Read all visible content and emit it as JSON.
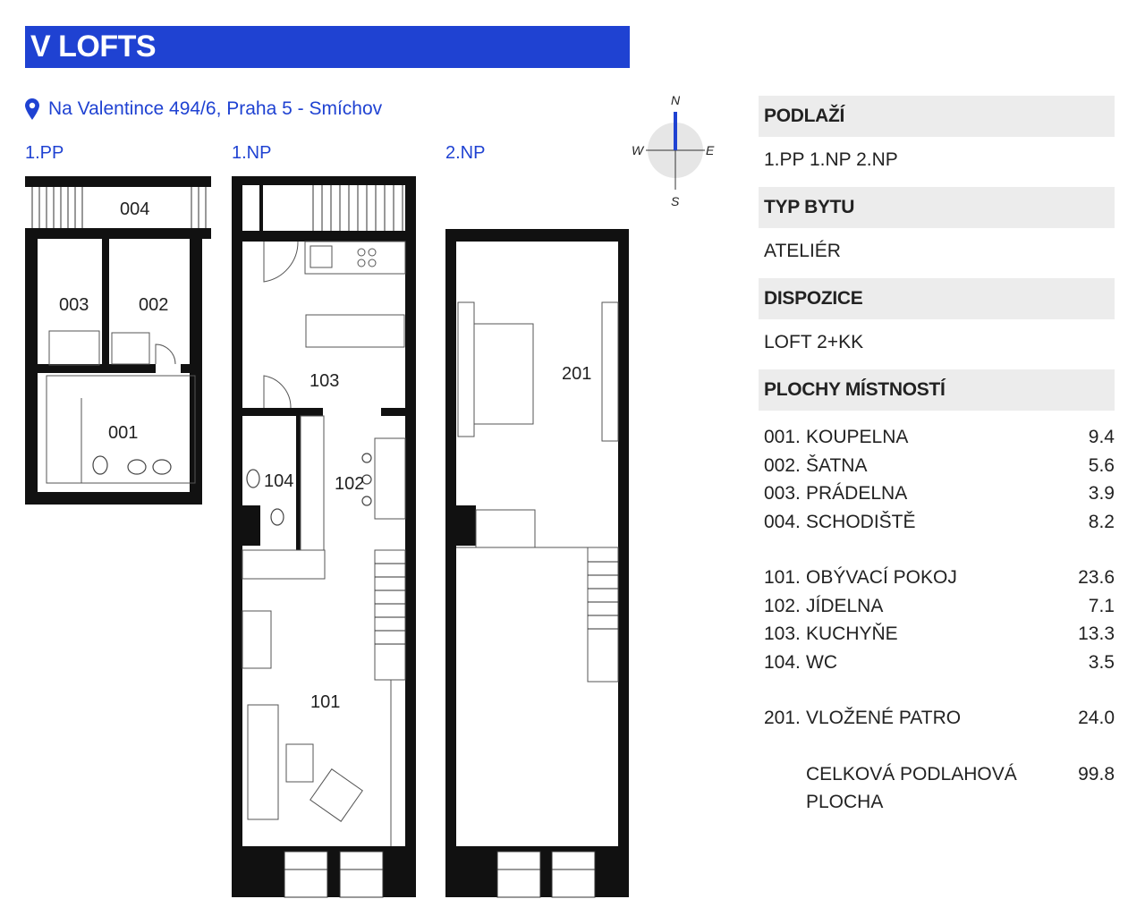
{
  "header": {
    "title": "V LOFTS"
  },
  "address": {
    "text": "Na Valentince 494/6, Praha 5 - Smíchov",
    "icon": "location-pin-icon"
  },
  "floors": {
    "pp1": "1.PP",
    "np1": "1.NP",
    "np2": "2.NP"
  },
  "compass": {
    "n": "N",
    "s": "S",
    "e": "E",
    "w": "W"
  },
  "plan_labels": {
    "r004": "004",
    "r003": "003",
    "r002": "002",
    "r001": "001",
    "r103": "103",
    "r104": "104",
    "r102": "102",
    "r101": "101",
    "r201": "201"
  },
  "info": {
    "floors_header": "PODLAŽÍ",
    "floors_value": "1.PP 1.NP 2.NP",
    "type_header": "TYP BYTU",
    "type_value": "ATELIÉR",
    "layout_header": "DISPOZICE",
    "layout_value": "LOFT 2+KK",
    "areas_header": "PLOCHY MÍSTNOSTÍ"
  },
  "rooms": [
    {
      "num": "001.",
      "name": "KOUPELNA",
      "area": "9.4"
    },
    {
      "num": "002.",
      "name": "ŠATNA",
      "area": "5.6"
    },
    {
      "num": "003.",
      "name": "PRÁDELNA",
      "area": "3.9"
    },
    {
      "num": "004.",
      "name": "SCHODIŠTĚ",
      "area": "8.2"
    },
    {
      "num": "101.",
      "name": "OBÝVACÍ POKOJ",
      "area": "23.6"
    },
    {
      "num": "102.",
      "name": "JÍDELNA",
      "area": "7.1"
    },
    {
      "num": "103.",
      "name": "KUCHYŇE",
      "area": "13.3"
    },
    {
      "num": "104.",
      "name": "WC",
      "area": "3.5"
    },
    {
      "num": "201.",
      "name": "VLOŽENÉ PATRO",
      "area": "24.0"
    }
  ],
  "total": {
    "label": "CELKOVÁ PODLAHOVÁ PLOCHA",
    "area": "99.8"
  },
  "colors": {
    "accent": "#1f42d2",
    "wall": "#111111",
    "header_bg": "#ececec"
  }
}
